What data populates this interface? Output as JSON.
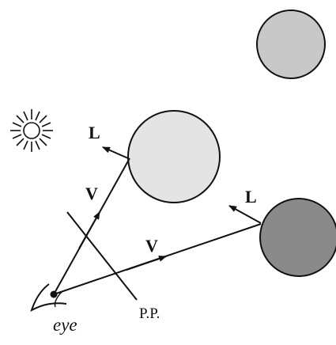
{
  "labels": {
    "light_vector_1": "L",
    "view_vector_1": "V",
    "light_vector_2": "L",
    "view_vector_2": "V",
    "picture_plane": "P.P.",
    "eye": "eye"
  },
  "colors": {
    "sphere_upper_right": "#c8c8c8",
    "sphere_center": "#e4e4e4",
    "sphere_lower_right": "#8a8a8a",
    "stroke": "#111111",
    "background": "#ffffff"
  },
  "icons": {
    "light_source": "sun-icon",
    "viewer": "eye-icon"
  }
}
